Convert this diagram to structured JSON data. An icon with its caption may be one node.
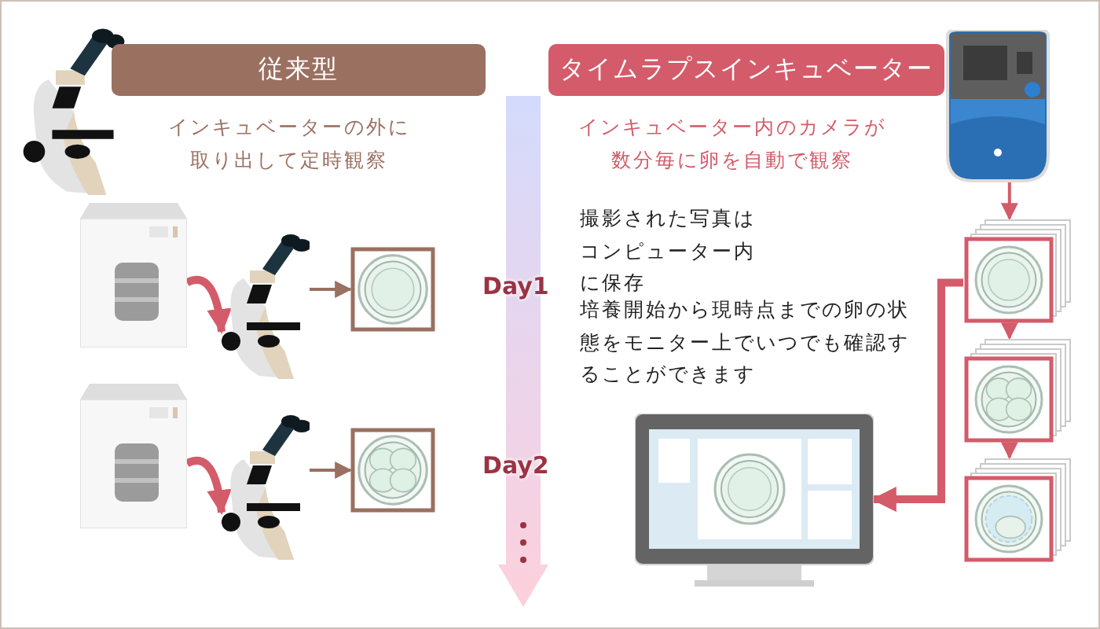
{
  "diagram": {
    "nodes": [
      {
        "text": [
          "従来型"
        ]
      },
      {
        "text": [
          "タイムラプスインキュベーター"
        ]
      },
      {
        "text": [],
        "shape": "picture"
      },
      {
        "text": [],
        "shape": "picture"
      },
      {
        "text": [],
        "shape": "picture"
      },
      {
        "text": [],
        "shape": "picture"
      },
      {
        "text": [],
        "shape": "picture"
      },
      {
        "text": [],
        "shape": "picture"
      },
      {
        "text": [],
        "shape": "picture"
      },
      {
        "text": [],
        "shape": "picture"
      },
      {
        "text": [],
        "shape": "picture"
      },
      {
        "text": [],
        "shape": "picture"
      },
      {
        "text": [],
        "shape": "picture"
      }
    ],
    "edges": [
      {
        "from": 2,
        "to": 3,
        "arrow": "to",
        "style": "thick"
      },
      {
        "from": 3,
        "to": 4,
        "arrow": "to",
        "color": "#9a7060"
      },
      {
        "from": 5,
        "to": 6,
        "arrow": "to",
        "style": "thick"
      },
      {
        "from": 6,
        "to": 7,
        "arrow": "to",
        "color": "#9a7060"
      },
      {
        "from": 8,
        "to": 9,
        "arrow": "to"
      },
      {
        "from": 9,
        "to": 10,
        "arrow": "to"
      },
      {
        "from": 10,
        "to": 11,
        "arrow": "to"
      },
      {
        "from": 9,
        "to": 12,
        "arrow": "to",
        "style": "thick"
      }
    ],
    "labels": [
      "インキュベーターの外に取り出して定時観察",
      "インキュベーター内のカメラが数分毎に卵を自動で観察",
      "撮影された写真はコンピューター内に保存",
      "培養開始から現時点までの卵の状態をモニター上でいつでも確認することができます",
      "Day1",
      "Day2"
    ]
  }
}
